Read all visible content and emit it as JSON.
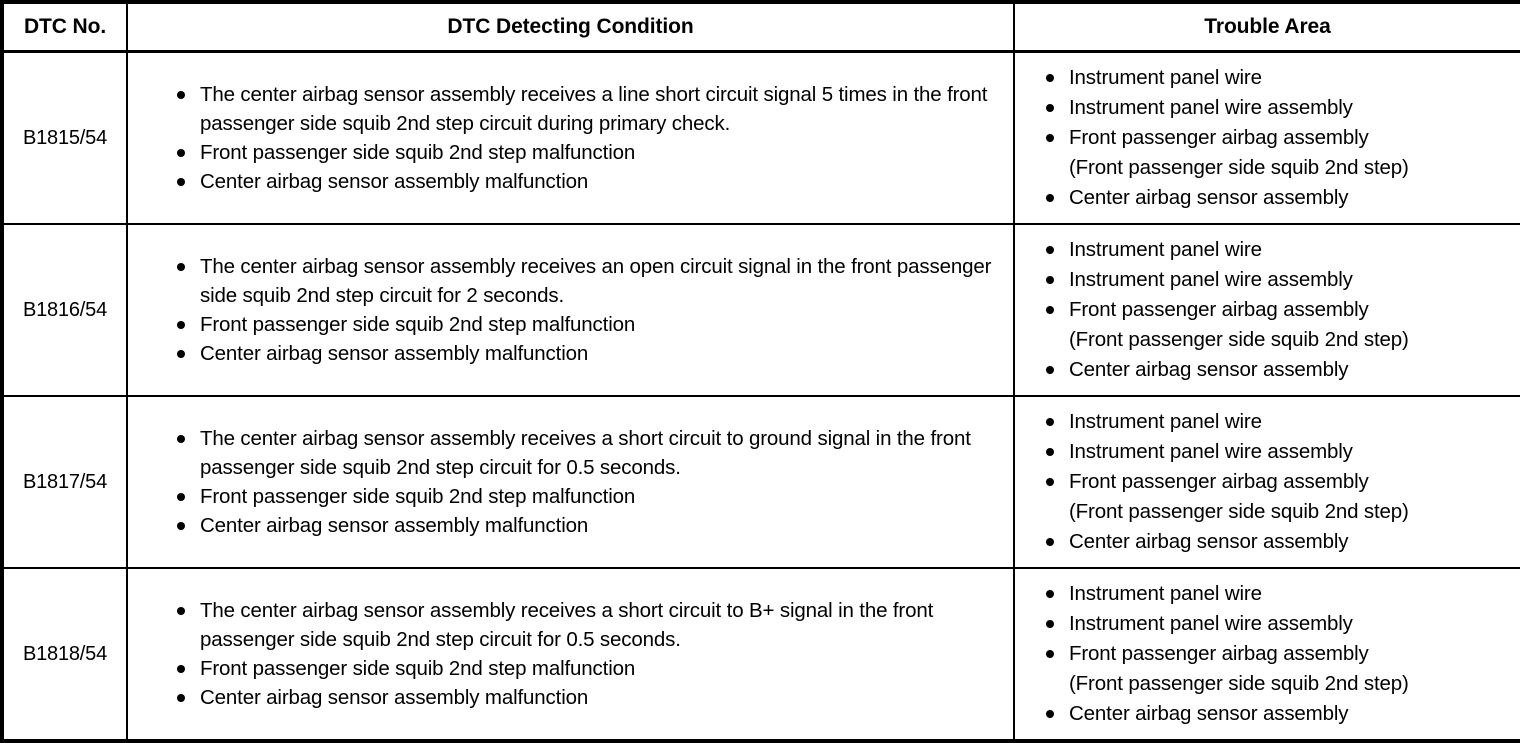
{
  "table": {
    "columns": [
      {
        "key": "dtc_no",
        "header": "DTC No."
      },
      {
        "key": "condition",
        "header": "DTC Detecting Condition"
      },
      {
        "key": "trouble_area",
        "header": "Trouble Area"
      }
    ],
    "rows": [
      {
        "dtc_no": "B1815/54",
        "condition": [
          {
            "text": "The center airbag sensor assembly receives a line short circuit signal 5 times in the front passenger side squib 2nd step circuit during primary check."
          },
          {
            "text": "Front passenger side squib 2nd step malfunction"
          },
          {
            "text": "Center airbag sensor assembly malfunction"
          }
        ],
        "trouble_area": [
          {
            "text": "Instrument panel wire"
          },
          {
            "text": "Instrument panel wire assembly"
          },
          {
            "text": "Front passenger airbag assembly",
            "cont": "(Front passenger side squib 2nd step)"
          },
          {
            "text": "Center airbag sensor assembly"
          }
        ]
      },
      {
        "dtc_no": "B1816/54",
        "condition": [
          {
            "text": "The center airbag sensor assembly receives an open circuit signal in the front passenger side squib 2nd step circuit for 2 seconds."
          },
          {
            "text": "Front passenger side squib 2nd step malfunction"
          },
          {
            "text": "Center airbag sensor assembly malfunction"
          }
        ],
        "trouble_area": [
          {
            "text": "Instrument panel wire"
          },
          {
            "text": "Instrument panel wire assembly"
          },
          {
            "text": "Front passenger airbag assembly",
            "cont": "(Front passenger side squib 2nd step)"
          },
          {
            "text": "Center airbag sensor assembly"
          }
        ]
      },
      {
        "dtc_no": "B1817/54",
        "condition": [
          {
            "text": "The center airbag sensor assembly receives a short circuit to ground signal in the front passenger side squib 2nd step circuit for 0.5 seconds."
          },
          {
            "text": "Front passenger side squib 2nd step malfunction"
          },
          {
            "text": "Center airbag sensor assembly malfunction"
          }
        ],
        "trouble_area": [
          {
            "text": "Instrument panel wire"
          },
          {
            "text": "Instrument panel wire assembly"
          },
          {
            "text": "Front passenger airbag assembly",
            "cont": "(Front passenger side squib 2nd step)"
          },
          {
            "text": "Center airbag sensor assembly"
          }
        ]
      },
      {
        "dtc_no": "B1818/54",
        "condition": [
          {
            "text": "The center airbag sensor assembly receives a short circuit to B+ signal in the front passenger side squib 2nd step circuit for 0.5 seconds."
          },
          {
            "text": "Front passenger side squib 2nd step malfunction"
          },
          {
            "text": "Center airbag sensor assembly malfunction"
          }
        ],
        "trouble_area": [
          {
            "text": "Instrument panel wire"
          },
          {
            "text": "Instrument panel wire assembly"
          },
          {
            "text": "Front passenger airbag assembly",
            "cont": "(Front passenger side squib 2nd step)"
          },
          {
            "text": "Center airbag sensor assembly"
          }
        ]
      }
    ]
  },
  "colors": {
    "text": "#000000",
    "background": "#ffffff",
    "border": "#000000"
  }
}
